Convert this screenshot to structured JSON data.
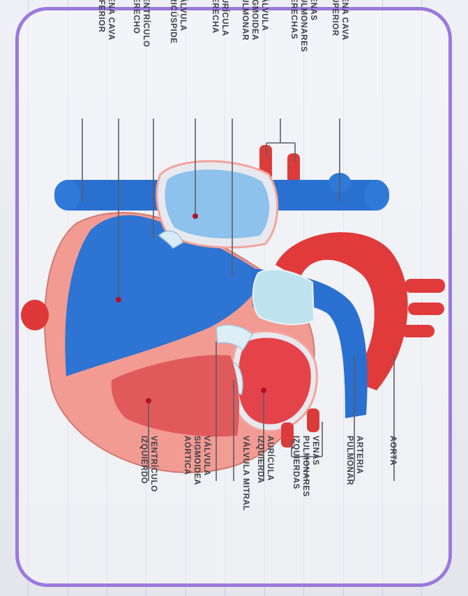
{
  "labels": {
    "vena_cava_superior": [
      "VENA CAVA",
      "SUPERIOR"
    ],
    "venas_pulmonares_derechas": [
      "VENAS",
      "PULMONARES",
      "DERECHAS"
    ],
    "valvula_sigmoidea_pulmonar": [
      "VÁLVULA",
      "SIGMOIDEA",
      "PULMONAR"
    ],
    "auricula_derecha": [
      "AURÍCULA",
      "DERECHA"
    ],
    "valvula_tricuspide": [
      "VÁLVULA",
      "TRICÚSPIDE"
    ],
    "ventriculo_derecho": [
      "VENTRÍCULO",
      "DERECHO"
    ],
    "vena_cava_inferior": [
      "VENA CAVA",
      "INFERIOR"
    ],
    "aorta": [
      "AORTA"
    ],
    "arteria_pulmonar": [
      "ARTERIA",
      "PULMONAR"
    ],
    "venas_pulmonares_izquierdas": [
      "VENAS",
      "PULMONARES",
      "IZQUIERDAS"
    ],
    "auricula_izquierda": [
      "AURÍCULA",
      "IZQUIERDA"
    ],
    "valvula_mitral": [
      "VÁLVULA MITRAL"
    ],
    "valvula_sigmoidea_aortica": [
      "VÁLVULA",
      "SIGMOIDEA",
      "AÓRTICA"
    ],
    "ventriculo_izquierdo": [
      "VENTRÍCULO",
      "IZQUIERDO"
    ]
  },
  "colors": {
    "frame": "#9b79dc",
    "deoxygenated": "#2f78d6",
    "oxygenated": "#e23a3a",
    "myocardium": "#f19a92",
    "leader": "#5a5d66",
    "leader_dot": "#b0122b"
  }
}
